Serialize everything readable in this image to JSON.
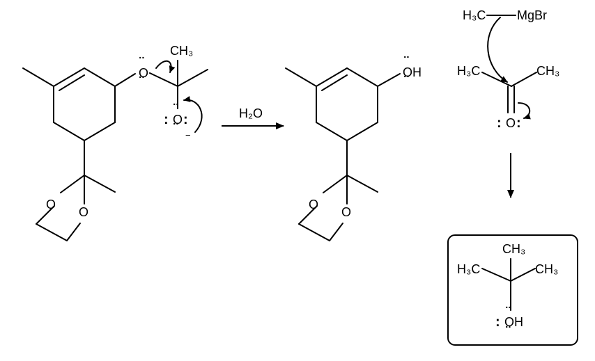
{
  "reagent_label": "H₂O",
  "labels": {
    "o": "O",
    "oh": "OH",
    "ch3": "CH₃",
    "h3c": "H₃C",
    "h3c_mg": "H₃C",
    "mgbr": "MgBr",
    "minus": "−",
    "lone_pair_h": "¨",
    "colon": ":"
  }
}
